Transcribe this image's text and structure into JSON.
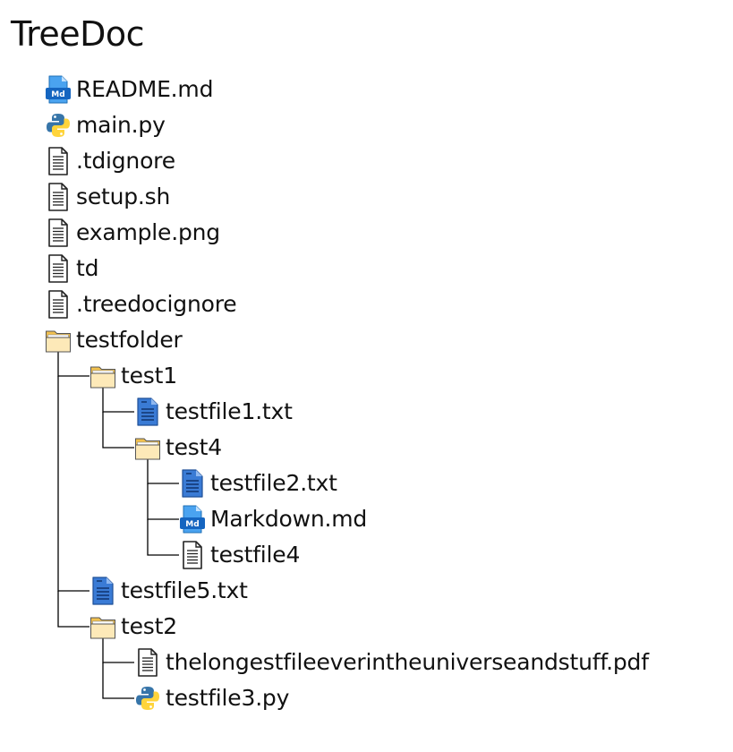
{
  "title": "TreeDoc",
  "tree": {
    "nodes": [
      {
        "label": "README.md",
        "icon": "markdown-file-icon",
        "depth": 0
      },
      {
        "label": "main.py",
        "icon": "python-file-icon",
        "depth": 0
      },
      {
        "label": ".tdignore",
        "icon": "generic-file-icon",
        "depth": 0
      },
      {
        "label": "setup.sh",
        "icon": "generic-file-icon",
        "depth": 0
      },
      {
        "label": "example.png",
        "icon": "generic-file-icon",
        "depth": 0
      },
      {
        "label": "td",
        "icon": "generic-file-icon",
        "depth": 0
      },
      {
        "label": ".treedocignore",
        "icon": "generic-file-icon",
        "depth": 0
      },
      {
        "label": "testfolder",
        "icon": "folder-icon",
        "depth": 0
      },
      {
        "label": "test1",
        "icon": "folder-icon",
        "depth": 1
      },
      {
        "label": "testfile1.txt",
        "icon": "text-file-icon",
        "depth": 2
      },
      {
        "label": "test4",
        "icon": "folder-icon",
        "depth": 2
      },
      {
        "label": "testfile2.txt",
        "icon": "text-file-icon",
        "depth": 3
      },
      {
        "label": "Markdown.md",
        "icon": "markdown-file-icon",
        "depth": 3
      },
      {
        "label": "testfile4",
        "icon": "generic-file-icon",
        "depth": 3
      },
      {
        "label": "testfile5.txt",
        "icon": "text-file-icon",
        "depth": 1
      },
      {
        "label": "test2",
        "icon": "folder-icon",
        "depth": 1
      },
      {
        "label": "thelongestfileeverintheuniverseandstuff.pdf",
        "icon": "generic-file-icon",
        "depth": 2
      },
      {
        "label": "testfile3.py",
        "icon": "python-file-icon",
        "depth": 2
      }
    ]
  },
  "colors": {
    "line": "#000000",
    "folder_fill": "#fde9b8",
    "folder_tab": "#f2c14e",
    "text_file_blue": "#3a7bd5",
    "markdown_blue": "#2d8ee0",
    "python_blue": "#3775a9",
    "python_yellow": "#ffd43b"
  }
}
